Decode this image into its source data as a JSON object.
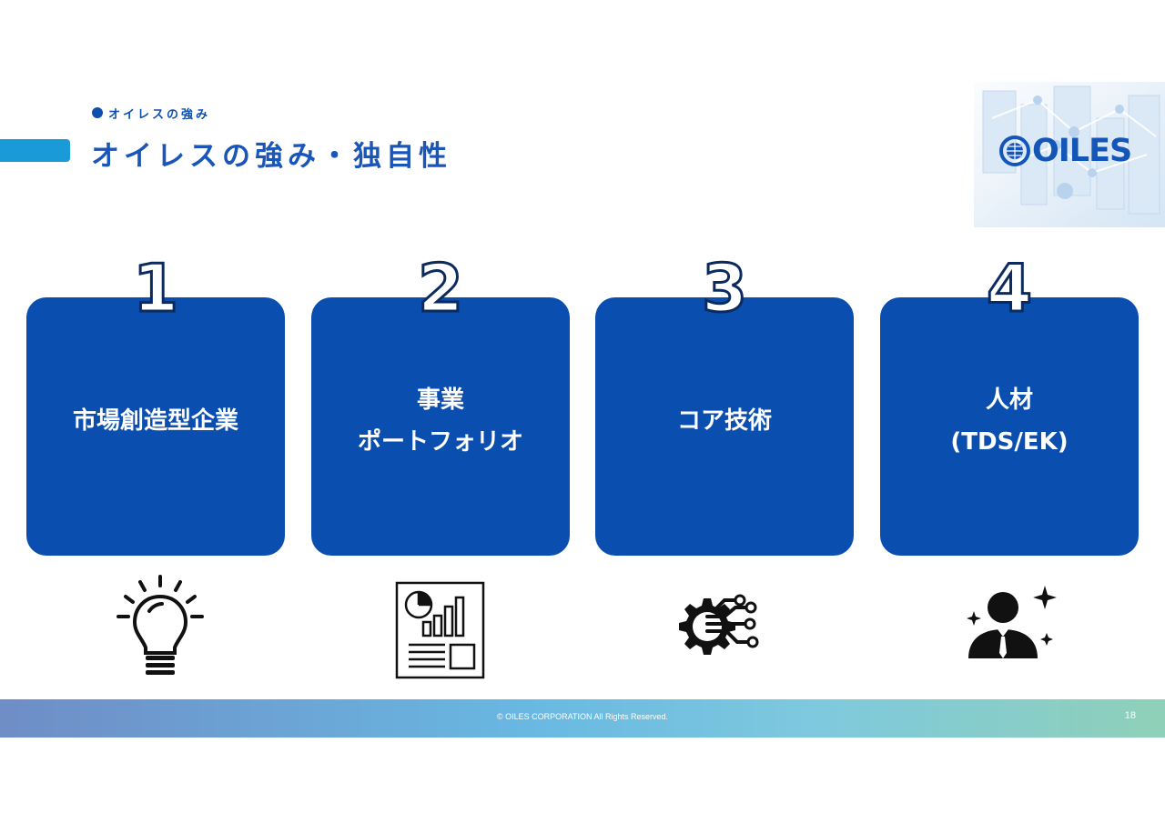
{
  "header": {
    "breadcrumb": "オイレスの強み",
    "title": "オイレスの強み・独自性",
    "logo_text": "OILES"
  },
  "cards": [
    {
      "number": "1",
      "line1": "市場創造型企業",
      "line2": "",
      "icon": "lightbulb-icon"
    },
    {
      "number": "2",
      "line1": "事業",
      "line2": "ポートフォリオ",
      "icon": "chart-report-icon"
    },
    {
      "number": "3",
      "line1": "コア技術",
      "line2": "",
      "icon": "gear-circuit-icon"
    },
    {
      "number": "4",
      "line1": "人材",
      "line2": "(TDS/EK)",
      "icon": "person-sparkle-icon"
    }
  ],
  "footer": {
    "copyright": "© OILES CORPORATION All Rights Reserved.",
    "page_number": "18"
  },
  "colors": {
    "accent": "#1a9bd7",
    "card_blue": "#0a4fb0",
    "title_blue": "#1a55b8"
  }
}
